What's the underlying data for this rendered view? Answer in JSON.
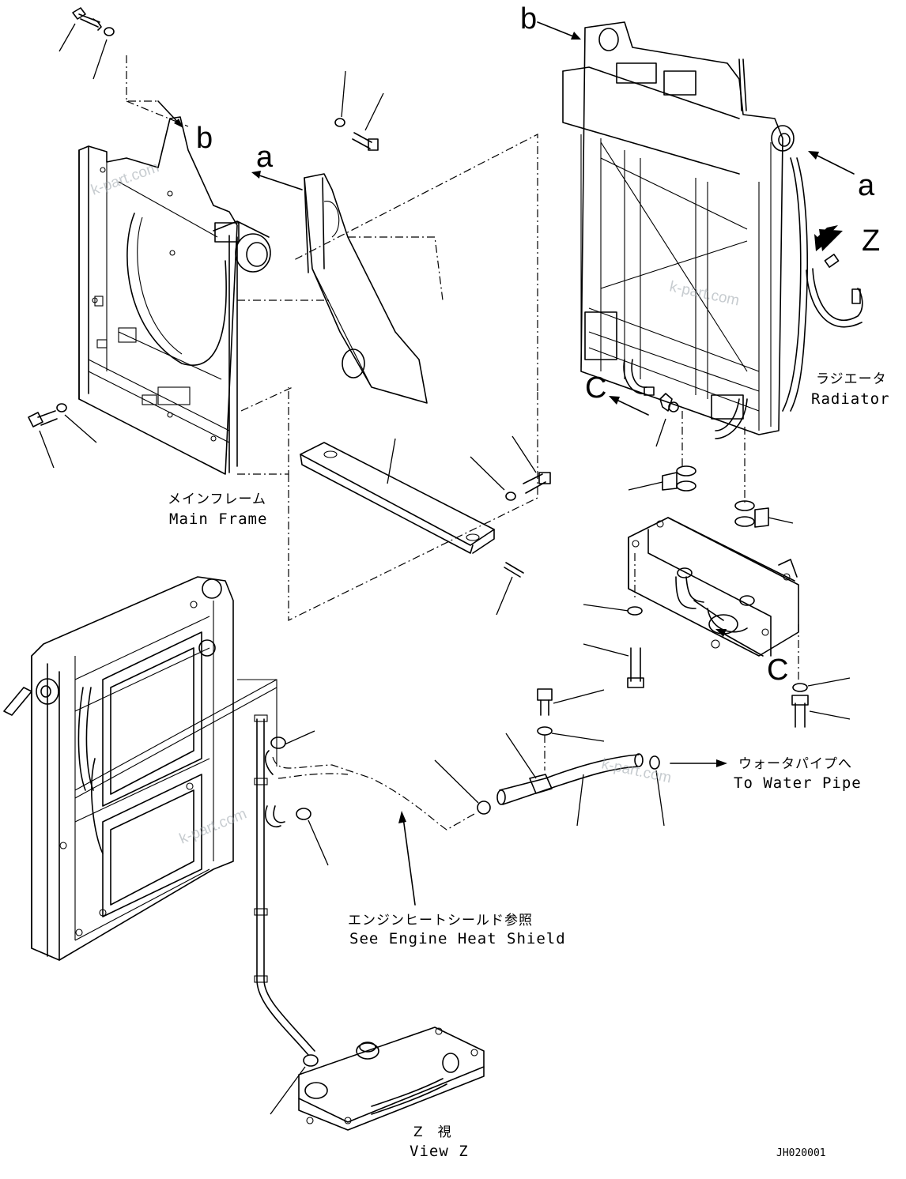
{
  "labels": {
    "main_frame_jp": "メインフレーム",
    "main_frame_en": "Main Frame",
    "radiator_jp": "ラジエータ",
    "radiator_en": "Radiator",
    "water_pipe_jp": "ウォータパイプへ",
    "water_pipe_en": "To Water Pipe",
    "heat_shield_jp": "エンジンヒートシールド参照",
    "heat_shield_en": "See Engine Heat Shield",
    "view_z_jp": "Z　視",
    "view_z_en": "View Z",
    "drawing_code": "JH020001"
  },
  "callouts": {
    "a1": "a",
    "a2": "a",
    "b1": "b",
    "b2": "b",
    "c1": "C",
    "c2": "C",
    "z": "Z"
  },
  "watermarks": [
    "k-part.com",
    "k-part.com",
    "k-part.com",
    "k-part.com"
  ]
}
